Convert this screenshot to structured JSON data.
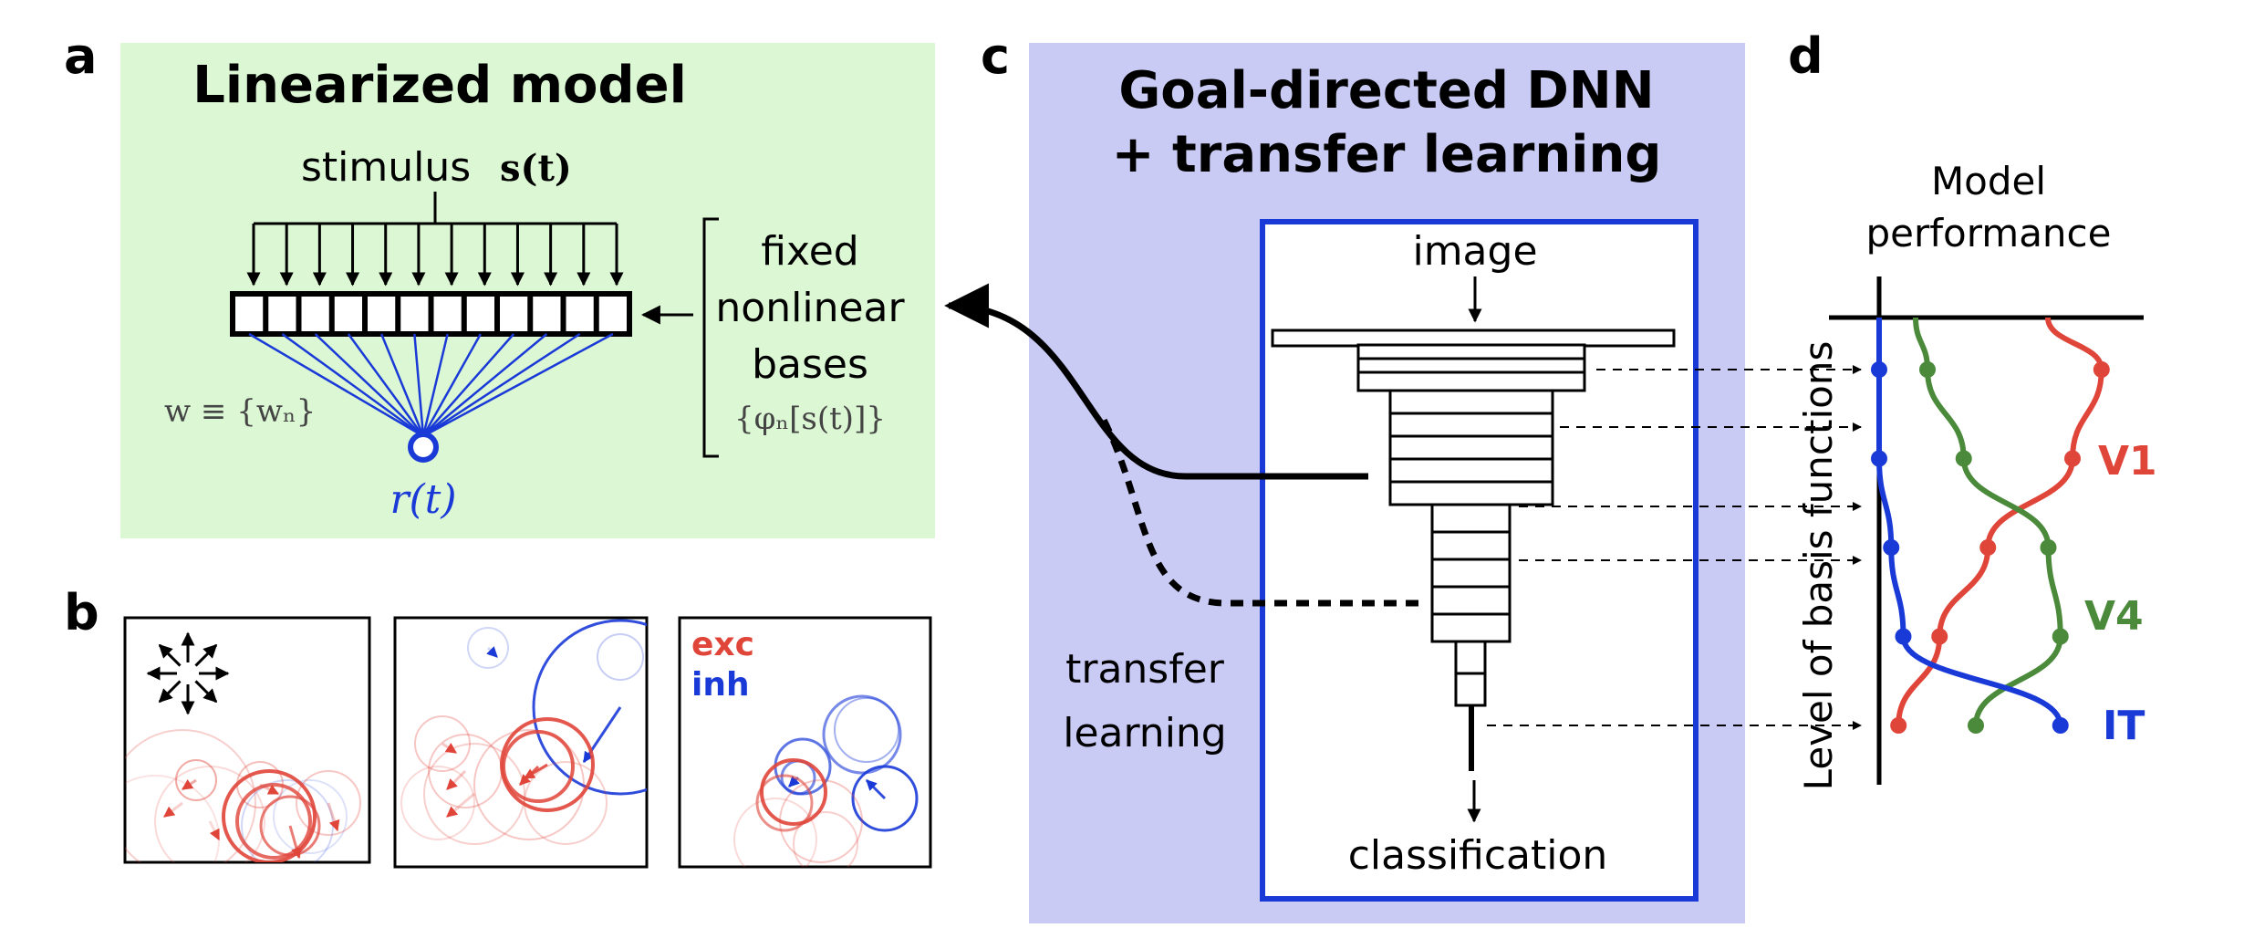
{
  "panels": {
    "a": {
      "letter": "a",
      "title": "Linearized model",
      "stimulus_label": "stimulus",
      "stimulus_math": "s(t)",
      "bases_lines": [
        "fixed",
        "nonlinear",
        "bases"
      ],
      "bases_math": "{φₙ[s(t)]}",
      "weights_math": "w ≡ {wₙ}",
      "response_label": "r(t)"
    },
    "b": {
      "letter": "b",
      "legend_exc": "exc",
      "legend_inh": "inh"
    },
    "c": {
      "letter": "c",
      "title_line1": "Goal-directed DNN",
      "title_line2": "+ transfer learning",
      "image_label": "image",
      "classification_label": "classification",
      "transfer_line1": "transfer",
      "transfer_line2": "learning"
    },
    "d": {
      "letter": "d",
      "title_line1": "Model",
      "title_line2": "performance",
      "y_axis_label": "Level of basis functions"
    }
  },
  "colors": {
    "panel_a_bg": "#dcf7d4",
    "panel_c_bg": "#c9cbf5",
    "network_box": "#1a3ad8",
    "blue": "#1a3ad8",
    "red": "#e0453a",
    "green": "#4a8a3a"
  },
  "chart_data": {
    "type": "line",
    "title": "Model performance",
    "ylabel": "Level of basis functions",
    "levels": [
      1,
      2,
      3,
      4,
      5
    ],
    "series": [
      {
        "name": "V1",
        "color": "#e0453a",
        "performance": [
          0.92,
          0.8,
          0.45,
          0.25,
          0.08
        ]
      },
      {
        "name": "V4",
        "color": "#4a8a3a",
        "performance": [
          0.2,
          0.35,
          0.7,
          0.75,
          0.4
        ]
      },
      {
        "name": "IT",
        "color": "#1a3ad8",
        "performance": [
          0.0,
          0.0,
          0.05,
          0.1,
          0.75
        ]
      }
    ]
  }
}
